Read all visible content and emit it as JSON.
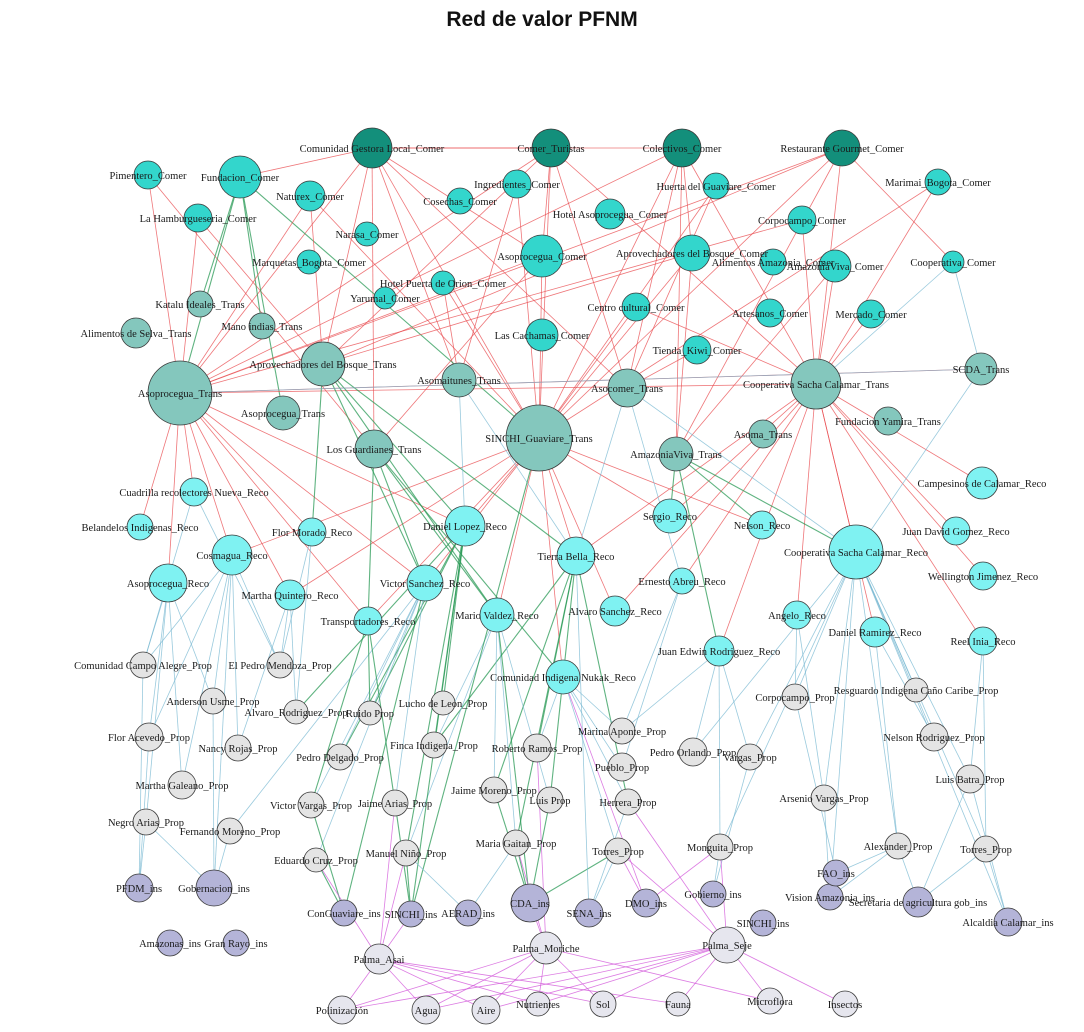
{
  "title": "Red de valor PFNM",
  "colors": {
    "comer_dark": "#138f7b",
    "comer": "#33d6cc",
    "trans": "#84c7bd",
    "reco": "#7ff2f2",
    "prop": "#e4e4e4",
    "ins": "#b4b4d8",
    "palma": "#e6e6ee",
    "edge_red": "#e8484c",
    "edge_blue": "#78b8d2",
    "edge_green": "#2a9a55",
    "edge_magenta": "#d050d8"
  },
  "nodes": [
    {
      "id": "comun_local_comer",
      "label": "Comunidad Gestora Local_Comer",
      "group": "comer_dark"
    },
    {
      "id": "comer_turistas",
      "label": "Comer_Turistas",
      "group": "comer_dark"
    },
    {
      "id": "colectivos_comer",
      "label": "Colectivos_Comer",
      "group": "comer_dark"
    },
    {
      "id": "restaurante_gourmet",
      "label": "Restaurante Gourmet_Comer",
      "group": "comer_dark"
    },
    {
      "id": "pimentero_comer",
      "label": "Pimentero_Comer",
      "group": "comer"
    },
    {
      "id": "la_hamburgueseria",
      "label": "La Hamburgueseria_Comer",
      "group": "comer"
    },
    {
      "id": "fundacion_comer",
      "label": "Fundacion_Comer",
      "group": "comer"
    },
    {
      "id": "naturex_comer",
      "label": "Naturex_Comer",
      "group": "comer"
    },
    {
      "id": "ingredientes_comer",
      "label": "Ingredientes_Comer",
      "group": "comer"
    },
    {
      "id": "cosechas_comer",
      "label": "Cosechas_Comer",
      "group": "comer"
    },
    {
      "id": "huerta_guaviare",
      "label": "Huerta del Guaviare_Comer",
      "group": "comer"
    },
    {
      "id": "hotel_asoprocegua",
      "label": "Hotel Asoprocegua_Comer",
      "group": "comer"
    },
    {
      "id": "marimai_comer",
      "label": "Marimai_Bogota_Comer",
      "group": "comer"
    },
    {
      "id": "corpocampo_comer",
      "label": "Corpocampo_Comer",
      "group": "comer"
    },
    {
      "id": "narasa_comer",
      "label": "Narasa_Comer",
      "group": "comer"
    },
    {
      "id": "asoprocegua_comer",
      "label": "Asoprocegua_Comer",
      "group": "comer"
    },
    {
      "id": "aprovechadores_comer",
      "label": "Aprovechadores del Bosque_Comer",
      "group": "comer"
    },
    {
      "id": "alimentos_amazonia",
      "label": "Alimentos Amazonia_Comer",
      "group": "comer"
    },
    {
      "id": "amazonia_viva_comer",
      "label": "AmazoniaViva_Comer",
      "group": "comer"
    },
    {
      "id": "marqueta_comer",
      "label": "Marquetas_Bogota_Comer",
      "group": "comer"
    },
    {
      "id": "cooperativa_comer",
      "label": "Cooperativa_Comer",
      "group": "comer"
    },
    {
      "id": "yarumal_comer",
      "label": "Yarumal_Comer",
      "group": "comer"
    },
    {
      "id": "hotel_puerta",
      "label": "Hotel Puerta de Orion_Comer",
      "group": "comer"
    },
    {
      "id": "centro_cultural",
      "label": "Centro cultural_Comer",
      "group": "comer"
    },
    {
      "id": "artesanos_comer",
      "label": "Artesanos_Comer",
      "group": "comer"
    },
    {
      "id": "mercado_comer",
      "label": "Mercado_Comer",
      "group": "comer"
    },
    {
      "id": "las_cachamas",
      "label": "Las Cachamas_Comer",
      "group": "comer"
    },
    {
      "id": "tienda_comer",
      "label": "Tienda_Kiwi_Comer",
      "group": "comer"
    },
    {
      "id": "katalu_trans",
      "label": "Katalu Ideales_Trans",
      "group": "trans"
    },
    {
      "id": "alimentos_selva",
      "label": "Alimentos de Selva_Trans",
      "group": "trans"
    },
    {
      "id": "mano_indias_trans",
      "label": "Mano indias_Trans",
      "group": "trans"
    },
    {
      "id": "asoprocegua_trans",
      "label": "Asoprocegua_Trans",
      "group": "trans"
    },
    {
      "id": "aprovechadores_trans",
      "label": "Aprovechadores del Bosque_Trans",
      "group": "trans"
    },
    {
      "id": "asoprocegua_trans2",
      "label": "Asoprocegua_Trans",
      "group": "trans"
    },
    {
      "id": "asomaitunes_trans",
      "label": "Asomaitunes_Trans",
      "group": "trans"
    },
    {
      "id": "guaviare_trans",
      "label": "SINCHI_Guaviare_Trans",
      "group": "trans"
    },
    {
      "id": "aosocomer_trans",
      "label": "Asocomer_Trans",
      "group": "trans"
    },
    {
      "id": "los_guardianes",
      "label": "Los Guardianes_Trans",
      "group": "trans"
    },
    {
      "id": "amazonia_viva_trans",
      "label": "AmazoniaViva_Trans",
      "group": "trans"
    },
    {
      "id": "asoma_trans",
      "label": "Asoma_Trans",
      "group": "trans"
    },
    {
      "id": "sacha_trans",
      "label": "Cooperativa Sacha Calamar_Trans",
      "group": "trans"
    },
    {
      "id": "scda_trans",
      "label": "SCDA_Trans",
      "group": "trans"
    },
    {
      "id": "yamira_trans",
      "label": "Fundacion Yamira_Trans",
      "group": "trans"
    },
    {
      "id": "cuadrilla_reco",
      "label": "Cuadrilla recolectores Nueva_Reco",
      "group": "reco"
    },
    {
      "id": "belandelos_reco",
      "label": "Belandelos Indigenas_Reco",
      "group": "reco"
    },
    {
      "id": "cosmagua_reco",
      "label": "Cosmagua_Reco",
      "group": "reco"
    },
    {
      "id": "asoprocegua_reco",
      "label": "Asoprocegua_Reco",
      "group": "reco"
    },
    {
      "id": "flor_morado_reco",
      "label": "Flor Morado_Reco",
      "group": "reco"
    },
    {
      "id": "martha_reco",
      "label": "Martha Quintero_Reco",
      "group": "reco"
    },
    {
      "id": "daniel_lopez",
      "label": "Daniel Lopez_Reco",
      "group": "reco"
    },
    {
      "id": "victor_sanchez",
      "label": "Victor Sanchez_Reco",
      "group": "reco"
    },
    {
      "id": "tierra_bella",
      "label": "Tierra Bella_Reco",
      "group": "reco"
    },
    {
      "id": "sergio_reco",
      "label": "Sergio_Reco",
      "group": "reco"
    },
    {
      "id": "nelson_reco",
      "label": "Nelson_Reco",
      "group": "reco"
    },
    {
      "id": "campesinos_calamar",
      "label": "Campesinos de Calamar_Reco",
      "group": "reco"
    },
    {
      "id": "juan_david",
      "label": "Juan David Gomez_Reco",
      "group": "reco"
    },
    {
      "id": "sacha_reco",
      "label": "Cooperativa Sacha Calamar_Reco",
      "group": "reco"
    },
    {
      "id": "wellington",
      "label": "Wellington Jimenez_Reco",
      "group": "reco"
    },
    {
      "id": "trasportadores_reco",
      "label": "Transportadores_Reco",
      "group": "reco"
    },
    {
      "id": "mario_valdez",
      "label": "Mario Valdez_Reco",
      "group": "reco"
    },
    {
      "id": "alvaro_sanchez_reco",
      "label": "Alvaro Sanchez_Reco",
      "group": "reco"
    },
    {
      "id": "ernesto_abreu",
      "label": "Ernesto Abreu_Reco",
      "group": "reco"
    },
    {
      "id": "angelo_reco",
      "label": "Angelo_Reco",
      "group": "reco"
    },
    {
      "id": "daniel_ramirez",
      "label": "Daniel Ramirez_Reco",
      "group": "reco"
    },
    {
      "id": "reel_inia",
      "label": "Reel Inia_Reco",
      "group": "reco"
    },
    {
      "id": "juan_edwin",
      "label": "Juan Edwin Rodriguez_Reco",
      "group": "reco"
    },
    {
      "id": "comunidad_nukak",
      "label": "Comunidad Indigena Nukak_Reco",
      "group": "reco"
    },
    {
      "id": "comunidad_campo",
      "label": "Comunidad Campo Alegre_Prop",
      "group": "prop"
    },
    {
      "id": "el_pedro_prop",
      "label": "El Pedro Mendoza_Prop",
      "group": "prop"
    },
    {
      "id": "anderson_prop",
      "label": "Anderson Usme_Prop",
      "group": "prop"
    },
    {
      "id": "alvaro_prop",
      "label": "Alvaro_Rodriguez_Prop",
      "group": "prop"
    },
    {
      "id": "ruido_prop",
      "label": "Ruido Prop",
      "group": "prop"
    },
    {
      "id": "lucho_prop",
      "label": "Lucho de Leon_Prop",
      "group": "prop"
    },
    {
      "id": "flor_acevedo",
      "label": "Flor Acevedo_Prop",
      "group": "prop"
    },
    {
      "id": "nancy_rojas",
      "label": "Nancy Rojas_Prop",
      "group": "prop"
    },
    {
      "id": "pedro_prop",
      "label": "Pedro Delgado_Prop",
      "group": "prop"
    },
    {
      "id": "finca_prop",
      "label": "Finca Indigena_Prop",
      "group": "prop"
    },
    {
      "id": "roberto_prop",
      "label": "Roberto Ramos_Prop",
      "group": "prop"
    },
    {
      "id": "marina_prop",
      "label": "Marina Aponte_Prop",
      "group": "prop"
    },
    {
      "id": "pedro_orlando",
      "label": "Pedro Orlando_Prop",
      "group": "prop"
    },
    {
      "id": "pueblo_prop",
      "label": "Pueblo_Prop",
      "group": "prop"
    },
    {
      "id": "corpocampo_prop",
      "label": "Corpocampo_Prop",
      "group": "prop"
    },
    {
      "id": "resguardo_prop",
      "label": "Resguardo Indigena Caño Caribe_Prop",
      "group": "prop"
    },
    {
      "id": "nelson_rodriguez",
      "label": "Nelson Rodriguez_Prop",
      "group": "prop"
    },
    {
      "id": "martha_galeano",
      "label": "Martha Galeano_Prop",
      "group": "prop"
    },
    {
      "id": "victor_vargas",
      "label": "Victor Vargas_Prop",
      "group": "prop"
    },
    {
      "id": "jaime_arias",
      "label": "Jaime Arias_Prop",
      "group": "prop"
    },
    {
      "id": "jaime_moreno",
      "label": "Jaime Moreno_Prop",
      "group": "prop"
    },
    {
      "id": "luis_prop",
      "label": "Luis Prop",
      "group": "prop"
    },
    {
      "id": "herrera_prop",
      "label": "Herrera_Prop",
      "group": "prop"
    },
    {
      "id": "arsenio_vargas",
      "label": "Arsenio Vargas_Prop",
      "group": "prop"
    },
    {
      "id": "luis_batra",
      "label": "Luis Batra_Prop",
      "group": "prop"
    },
    {
      "id": "negro_arias",
      "label": "Negro Arias_Prop",
      "group": "prop"
    },
    {
      "id": "fernando_moreno",
      "label": "Fernando Moreno_Prop",
      "group": "prop"
    },
    {
      "id": "eduardo_cruz",
      "label": "Eduardo Cruz_Prop",
      "group": "prop"
    },
    {
      "id": "manuel_nino",
      "label": "Manuel Niño_Prop",
      "group": "prop"
    },
    {
      "id": "maria_gaitan",
      "label": "Maria Gaitan_Prop",
      "group": "prop"
    },
    {
      "id": "vargas_prop",
      "label": "Vargas_Prop",
      "group": "prop"
    },
    {
      "id": "torres_prop",
      "label": "Torres_Prop",
      "group": "prop"
    },
    {
      "id": "monguita_prop",
      "label": "Monguita_Prop",
      "group": "prop"
    },
    {
      "id": "alexander_prop",
      "label": "Alexander_Prop",
      "group": "prop"
    },
    {
      "id": "torres_prop2",
      "label": "Torres_Prop",
      "group": "prop"
    },
    {
      "id": "pfdm_ins",
      "label": "PFDM_ins",
      "group": "ins"
    },
    {
      "id": "gobernacion_ins",
      "label": "Gobernacion_ins",
      "group": "ins"
    },
    {
      "id": "amazonas_ins",
      "label": "Amazonas_ins",
      "group": "ins"
    },
    {
      "id": "gran_rayo",
      "label": "Gran Rayo_ins",
      "group": "ins"
    },
    {
      "id": "conguaviare_ins",
      "label": "ConGuaviare_ins",
      "group": "ins"
    },
    {
      "id": "sinchi_ins",
      "label": "SINCHI_ins",
      "group": "ins"
    },
    {
      "id": "aerad_ins",
      "label": "AERAD_ins",
      "group": "ins"
    },
    {
      "id": "cda_ins",
      "label": "CDA_ins",
      "group": "ins"
    },
    {
      "id": "sena_ins",
      "label": "SENA_ins",
      "group": "ins"
    },
    {
      "id": "dmo_ins",
      "label": "DMO_ins",
      "group": "ins"
    },
    {
      "id": "gobierno_ins",
      "label": "Gobierno_ins",
      "group": "ins"
    },
    {
      "id": "sinchi2_ins",
      "label": "SINCHI_ins",
      "group": "ins"
    },
    {
      "id": "vision_amazonia",
      "label": "Vision Amazonia_ins",
      "group": "ins"
    },
    {
      "id": "fao_ins",
      "label": "FAO_ins",
      "group": "ins"
    },
    {
      "id": "secretaria_ins",
      "label": "Secretaria de agricultura gob_ins",
      "group": "ins"
    },
    {
      "id": "alcaldia_ins",
      "label": "Alcaldia Calamar_ins",
      "group": "ins"
    },
    {
      "id": "palma_asai",
      "label": "Palma_Asai",
      "group": "palma"
    },
    {
      "id": "palma_moriche",
      "label": "Palma_Moriche",
      "group": "palma"
    },
    {
      "id": "palma_seje",
      "label": "Palma_Seje",
      "group": "palma"
    },
    {
      "id": "polinizacion",
      "label": "Polinización",
      "group": "palma"
    },
    {
      "id": "agua",
      "label": "Agua",
      "group": "palma"
    },
    {
      "id": "aire",
      "label": "Aire",
      "group": "palma"
    },
    {
      "id": "nutrientes",
      "label": "Nutrientes",
      "group": "palma"
    },
    {
      "id": "sol",
      "label": "Sol",
      "group": "palma"
    },
    {
      "id": "fauna",
      "label": "Fauna",
      "group": "palma"
    },
    {
      "id": "microflora",
      "label": "Microflora",
      "group": "palma"
    },
    {
      "id": "insectos",
      "label": "Insectos",
      "group": "palma"
    }
  ]
}
